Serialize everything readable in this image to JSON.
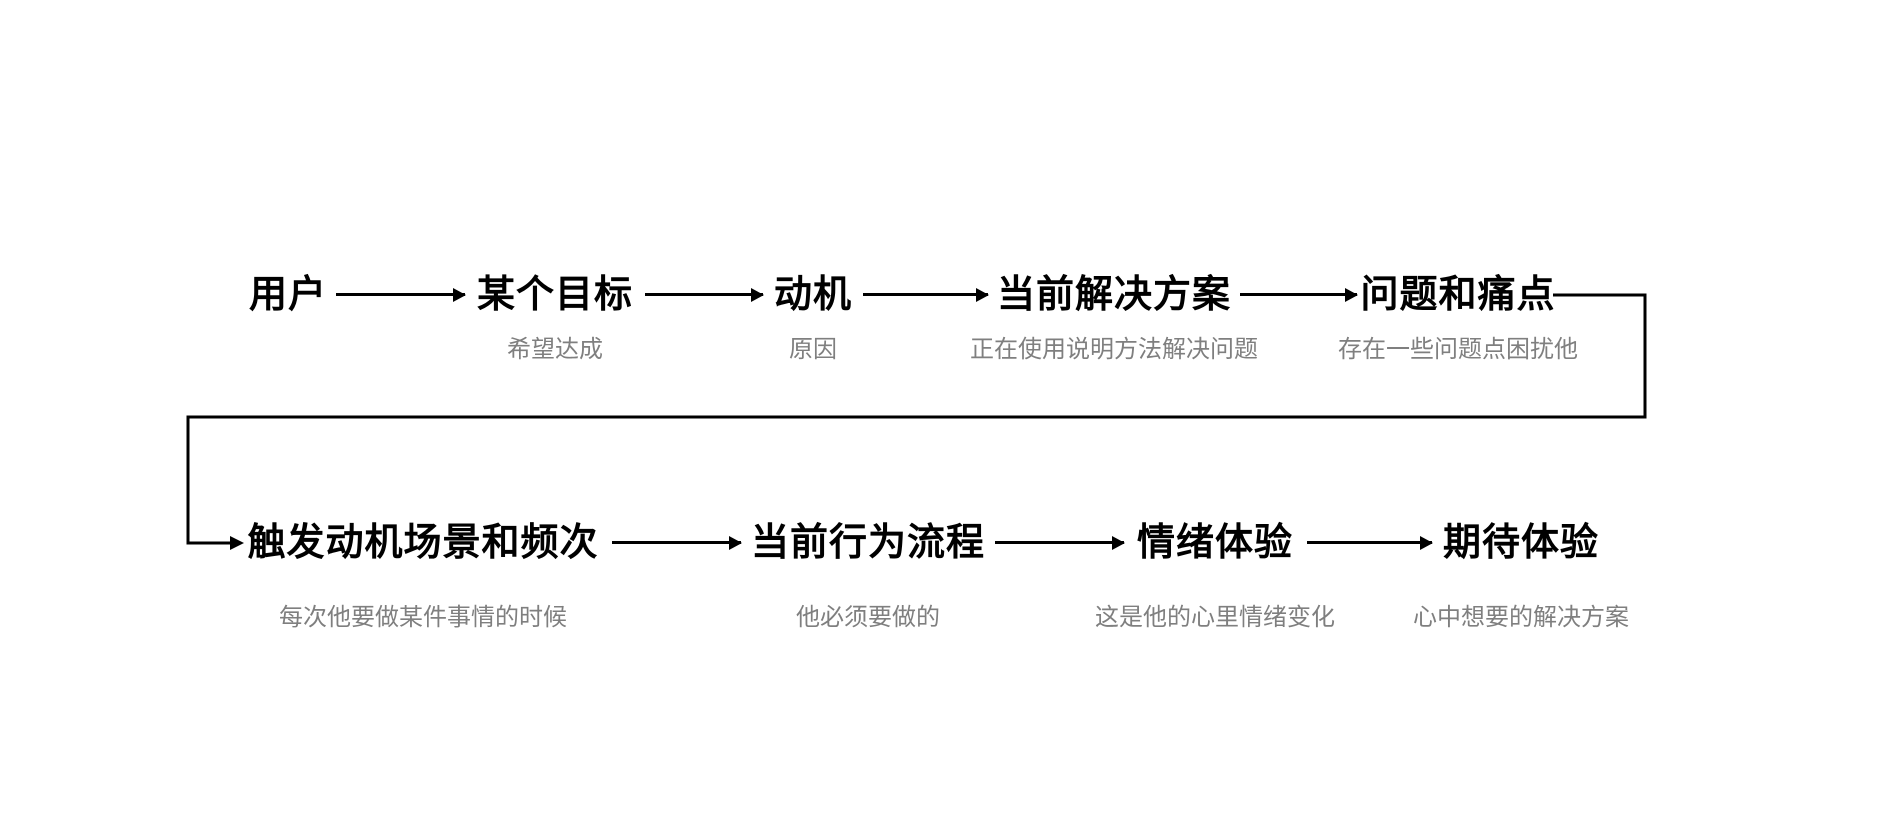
{
  "page": {
    "background": "#ffffff"
  },
  "diagram": {
    "type": "user-journey-flow",
    "colors": {
      "title": "#000000",
      "subtitle": "#7f7f7f",
      "line": "#000000"
    },
    "row1": [
      {
        "title": "用户",
        "subtitle": ""
      },
      {
        "title": "某个目标",
        "subtitle": "希望达成"
      },
      {
        "title": "动机",
        "subtitle": "原因"
      },
      {
        "title": "当前解决方案",
        "subtitle": "正在使用说明方法解决问题"
      },
      {
        "title": "问题和痛点",
        "subtitle": "存在一些问题点困扰他"
      }
    ],
    "row2": [
      {
        "title": "触发动机场景和频次",
        "subtitle": "每次他要做某件事情的时候"
      },
      {
        "title": "当前行为流程",
        "subtitle": "他必须要做的"
      },
      {
        "title": "情绪体验",
        "subtitle": "这是他的心里情绪变化"
      },
      {
        "title": "期待体验",
        "subtitle": "心中想要的解决方案"
      }
    ]
  }
}
